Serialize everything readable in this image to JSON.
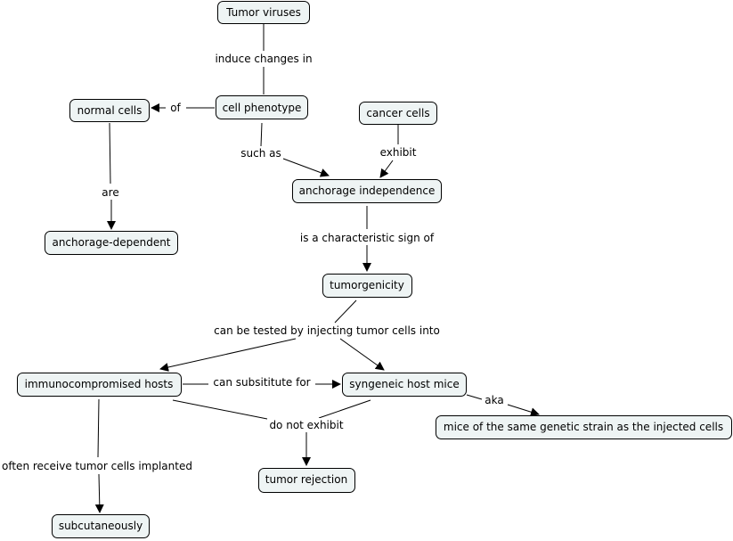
{
  "concepts": {
    "tumor_viruses": "Tumor viruses",
    "cell_phenotype": "cell phenotype",
    "normal_cells": "normal cells",
    "cancer_cells": "cancer cells",
    "anchorage_independence": "anchorage independence",
    "anchorage_dependent": "anchorage-dependent",
    "tumorgenicity": "tumorgenicity",
    "immunocompromised_hosts": "immunocompromised hosts",
    "syngeneic_host_mice": "syngeneic host mice",
    "mice_same_strain": "mice of the same genetic strain as the injected cells",
    "tumor_rejection": "tumor rejection",
    "subcutaneously": "subcutaneously"
  },
  "links": {
    "induce_changes_in": "induce changes in",
    "of": "of",
    "such_as": "such as",
    "exhibit": "exhibit",
    "are": "are",
    "is_a_characteristic_sign_of": "is a characteristic sign of",
    "can_be_tested_by": "can be tested by injecting tumor cells into",
    "can_substitute_for": "can subsititute for",
    "aka": "aka",
    "do_not_exhibit": "do not exhibit",
    "often_receive": "often receive tumor cells implanted"
  }
}
